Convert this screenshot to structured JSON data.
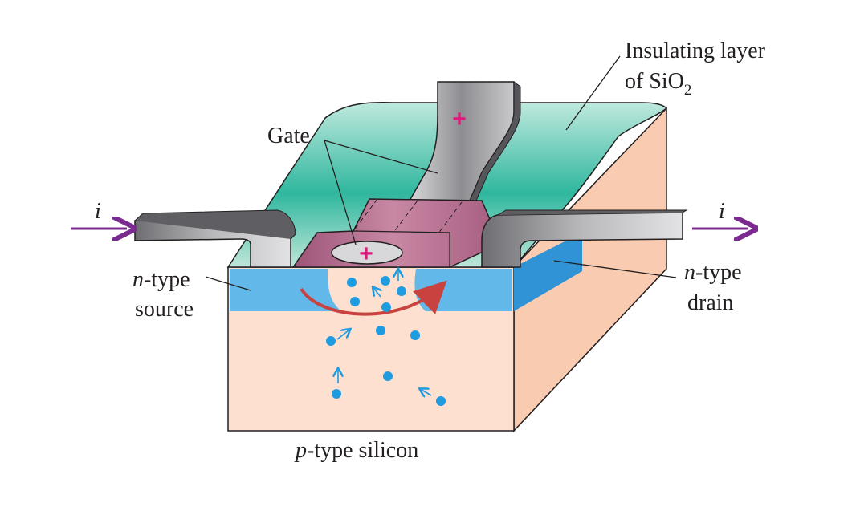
{
  "labels": {
    "insulating_line1": "Insulating layer",
    "insulating_line2_prefix": "of SiO",
    "insulating_line2_sub": "2",
    "gate": "Gate",
    "current_left": "i",
    "current_right": "i",
    "source_italic": "n",
    "source_rest": "-type",
    "source_line2": "source",
    "drain_italic": "n",
    "drain_rest": "-type",
    "drain_line2": "drain",
    "substrate_italic": "p",
    "substrate_rest": "-type silicon",
    "gate_plus_top": "+",
    "gate_plus_bottom": "+"
  },
  "colors": {
    "substrate": "#fde0cf",
    "substrate_side": "#f9cbb0",
    "n_region": "#5bb7ec",
    "n_region_dark": "#2f93d6",
    "oxide": "#6fcdb8",
    "oxide_dark": "#27b39a",
    "gate_metal": "#b5b5b8",
    "gate_metal_dark": "#5c5c60",
    "gate_pad": "#b2708c",
    "current_arrow": "#7b2a8f",
    "electron_path": "#c8423f",
    "electron": "#1f9be0",
    "plus_sign": "#e0177f"
  }
}
